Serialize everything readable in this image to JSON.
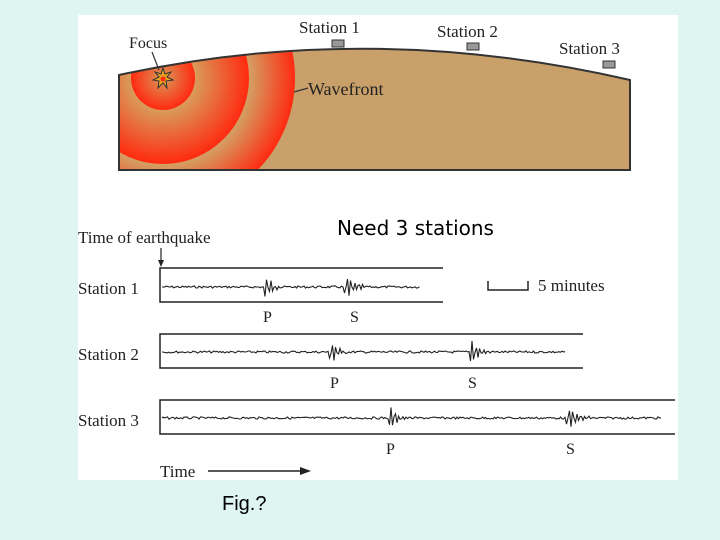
{
  "diagram": {
    "focus_label": "Focus",
    "wavefront_label": "Wavefront",
    "stations": [
      "Station 1",
      "Station 2",
      "Station 3"
    ],
    "heading": "Need 3 stations",
    "time_of_earthquake": "Time of earthquake",
    "scale_label": "5 minutes",
    "p_label": "P",
    "s_label": "S",
    "time_axis_label": "Time",
    "colors": {
      "background": "#dff5f2",
      "crust": "#c9a06a",
      "wave": "#ff2a10"
    }
  },
  "caption": "Fig.?"
}
